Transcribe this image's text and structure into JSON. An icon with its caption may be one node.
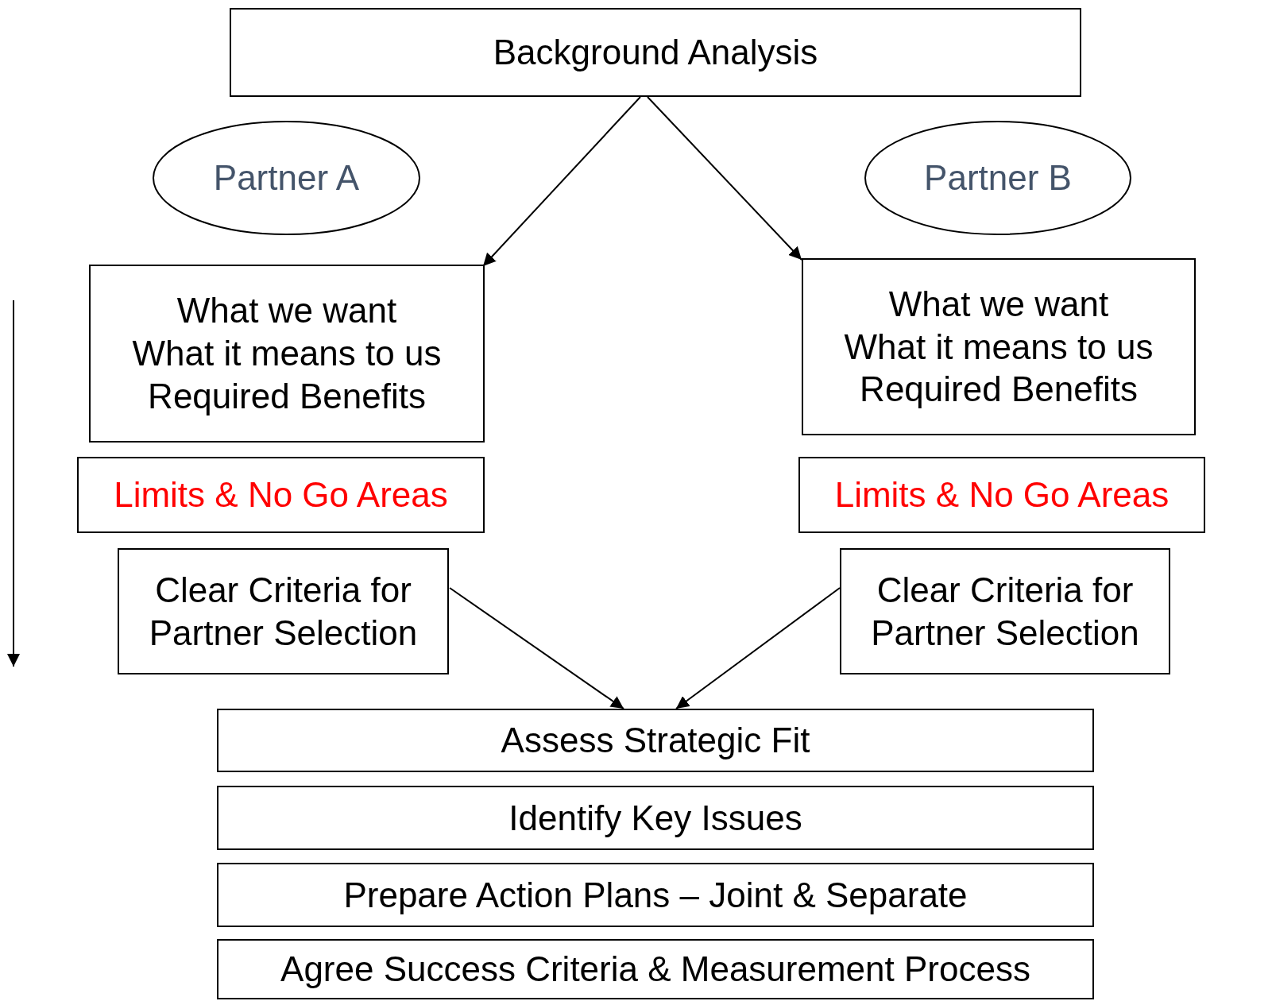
{
  "diagram": {
    "nodes": [
      {
        "text": [
          "Background Analysis"
        ]
      },
      {
        "text": [
          "Partner A"
        ]
      },
      {
        "text": [
          "Partner B"
        ]
      },
      {
        "text": [
          "What we want",
          "What it means to us",
          "Required Benefits"
        ]
      },
      {
        "text": [
          "What we want",
          "What it means to us",
          "Required Benefits"
        ]
      },
      {
        "text": [
          "Limits & No Go Areas"
        ]
      },
      {
        "text": [
          "Limits & No Go Areas"
        ]
      },
      {
        "text": [
          "Clear Criteria for Partner Selection"
        ]
      },
      {
        "text": [
          "Clear Criteria for Partner Selection"
        ]
      },
      {
        "text": [
          "Assess Strategic Fit"
        ]
      },
      {
        "text": [
          "Identify Key Issues"
        ]
      },
      {
        "text": [
          "Prepare Action Plans – Joint & Separate"
        ]
      },
      {
        "text": [
          "Agree Success Criteria & Measurement Process"
        ]
      }
    ],
    "edges": [
      {
        "from": 0,
        "to": 3,
        "arrow": "to"
      },
      {
        "from": 0,
        "to": 4,
        "arrow": "to"
      },
      {
        "from": 7,
        "to": 9,
        "arrow": "to"
      },
      {
        "from": 8,
        "to": 9,
        "arrow": "to"
      }
    ]
  }
}
